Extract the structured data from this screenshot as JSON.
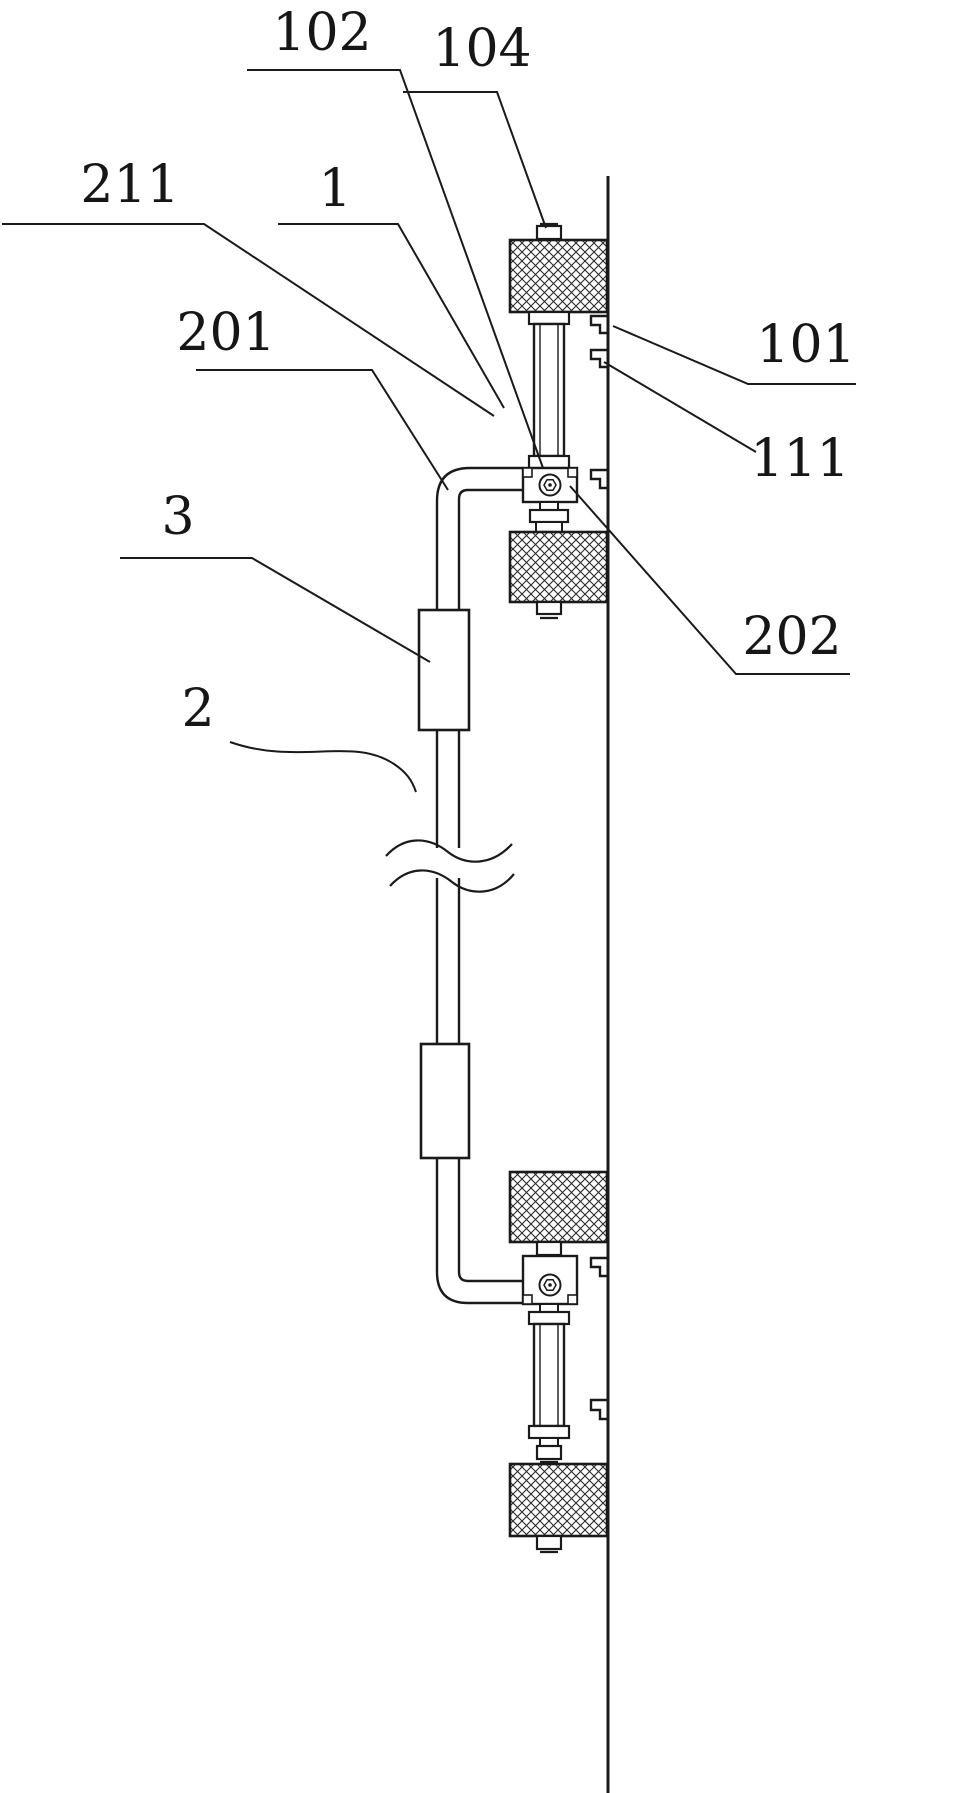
{
  "figure": {
    "type": "patent-technical-drawing",
    "description": "Vertical wall-mounted roller guide assembly with connecting pipe",
    "colors": {
      "line": "#1a1a1a",
      "background": "#ffffff",
      "hatch": "#2a2a2a"
    }
  },
  "labels": [
    {
      "id": "102",
      "text": "102"
    },
    {
      "id": "104",
      "text": "104"
    },
    {
      "id": "211",
      "text": "211"
    },
    {
      "id": "1",
      "text": "1"
    },
    {
      "id": "201",
      "text": "201"
    },
    {
      "id": "101",
      "text": "101"
    },
    {
      "id": "111",
      "text": "111"
    },
    {
      "id": "202",
      "text": "202"
    },
    {
      "id": "3",
      "text": "3"
    },
    {
      "id": "2",
      "text": "2"
    }
  ]
}
